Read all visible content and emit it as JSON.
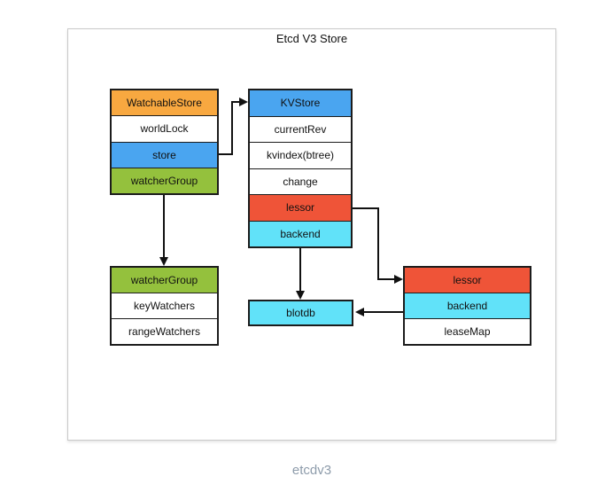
{
  "title": "Etcd V3 Store",
  "caption": "etcdv3",
  "colors": {
    "orange": "#F8A840",
    "blue": "#4AA5F0",
    "green": "#94C13D",
    "red": "#EF5438",
    "cyan": "#61E2F9",
    "white": "#FFFFFF",
    "box_border": "#1C1C1C",
    "canvas_border": "#C9C9C9",
    "arrow": "#111111",
    "caption_text": "#8E9CAB"
  },
  "tables": {
    "watchable_store": {
      "rows": [
        {
          "label": "WatchableStore",
          "color": "orange"
        },
        {
          "label": "worldLock",
          "color": "white"
        },
        {
          "label": "store",
          "color": "blue"
        },
        {
          "label": "watcherGroup",
          "color": "green"
        }
      ]
    },
    "kvstore": {
      "rows": [
        {
          "label": "KVStore",
          "color": "blue"
        },
        {
          "label": "currentRev",
          "color": "white"
        },
        {
          "label": "kvindex(btree)",
          "color": "white"
        },
        {
          "label": "change",
          "color": "white"
        },
        {
          "label": "lessor",
          "color": "red"
        },
        {
          "label": "backend",
          "color": "cyan"
        }
      ]
    },
    "watcher_group": {
      "rows": [
        {
          "label": "watcherGroup",
          "color": "green"
        },
        {
          "label": "keyWatchers",
          "color": "white"
        },
        {
          "label": "rangeWatchers",
          "color": "white"
        }
      ]
    },
    "blotdb": {
      "rows": [
        {
          "label": "blotdb",
          "color": "cyan"
        }
      ]
    },
    "lessor": {
      "rows": [
        {
          "label": "lessor",
          "color": "red"
        },
        {
          "label": "backend",
          "color": "cyan"
        },
        {
          "label": "leaseMap",
          "color": "white"
        }
      ]
    }
  },
  "edges": [
    {
      "from": "store (WatchableStore table)",
      "to": "KVStore (KVStore table header)"
    },
    {
      "from": "watcherGroup (WatchableStore table)",
      "to": "watcherGroup (watcherGroup table header)"
    },
    {
      "from": "backend (KVStore table)",
      "to": "blotdb"
    },
    {
      "from": "lessor (KVStore table)",
      "to": "lessor (lessor table header)"
    },
    {
      "from": "backend (lessor table)",
      "to": "blotdb"
    }
  ]
}
